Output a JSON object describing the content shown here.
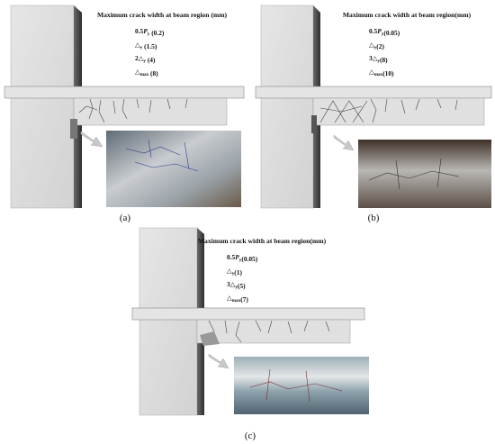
{
  "panels": [
    {
      "id": "a",
      "title": "Maximum crack width at beam region (mm)",
      "caption": "(a)",
      "values": [
        {
          "pre": "0.5",
          "sym": "P",
          "sub": "y",
          "post": " (0.2)"
        },
        {
          "pre": "",
          "sym": "△",
          "sub": "y",
          "post": " (1.5)"
        },
        {
          "pre": "2",
          "sym": "△",
          "sub": "y",
          "post": " (4)"
        },
        {
          "pre": "",
          "sym": "△",
          "sub": "max",
          "post": " (8)"
        }
      ]
    },
    {
      "id": "b",
      "title": "Maximum crack width at beam region(mm)",
      "caption": "(b)",
      "values": [
        {
          "pre": "0.5",
          "sym": "P",
          "sub": "y",
          "post": "(0.05)"
        },
        {
          "pre": "",
          "sym": "△",
          "sub": "y",
          "post": "(2)"
        },
        {
          "pre": "3",
          "sym": "△",
          "sub": "y",
          "post": "(8)"
        },
        {
          "pre": "",
          "sym": "△",
          "sub": "max",
          "post": "(10)"
        }
      ]
    },
    {
      "id": "c",
      "title": "Maximum crack width at beam region(mm)",
      "caption": "(c)",
      "values": [
        {
          "pre": "0.5",
          "sym": "P",
          "sub": "y",
          "post": "(0.05)"
        },
        {
          "pre": "",
          "sym": "△",
          "sub": "y",
          "post": "(1)"
        },
        {
          "pre": "3",
          "sym": "△",
          "sub": "y",
          "post": "(5)"
        },
        {
          "pre": "",
          "sym": "△",
          "sub": "max",
          "post": "(7)"
        }
      ]
    }
  ],
  "colors": {
    "concrete": "#dcdcdc",
    "concrete_side": "#4a4a4a",
    "crack": "#3a3a3a",
    "arrow": "#c8c8c8",
    "photo_a": "#7a8590",
    "photo_b": "#5a4a3e",
    "photo_c": "#6b7e88"
  },
  "icons": [
    "arrow-icon"
  ]
}
